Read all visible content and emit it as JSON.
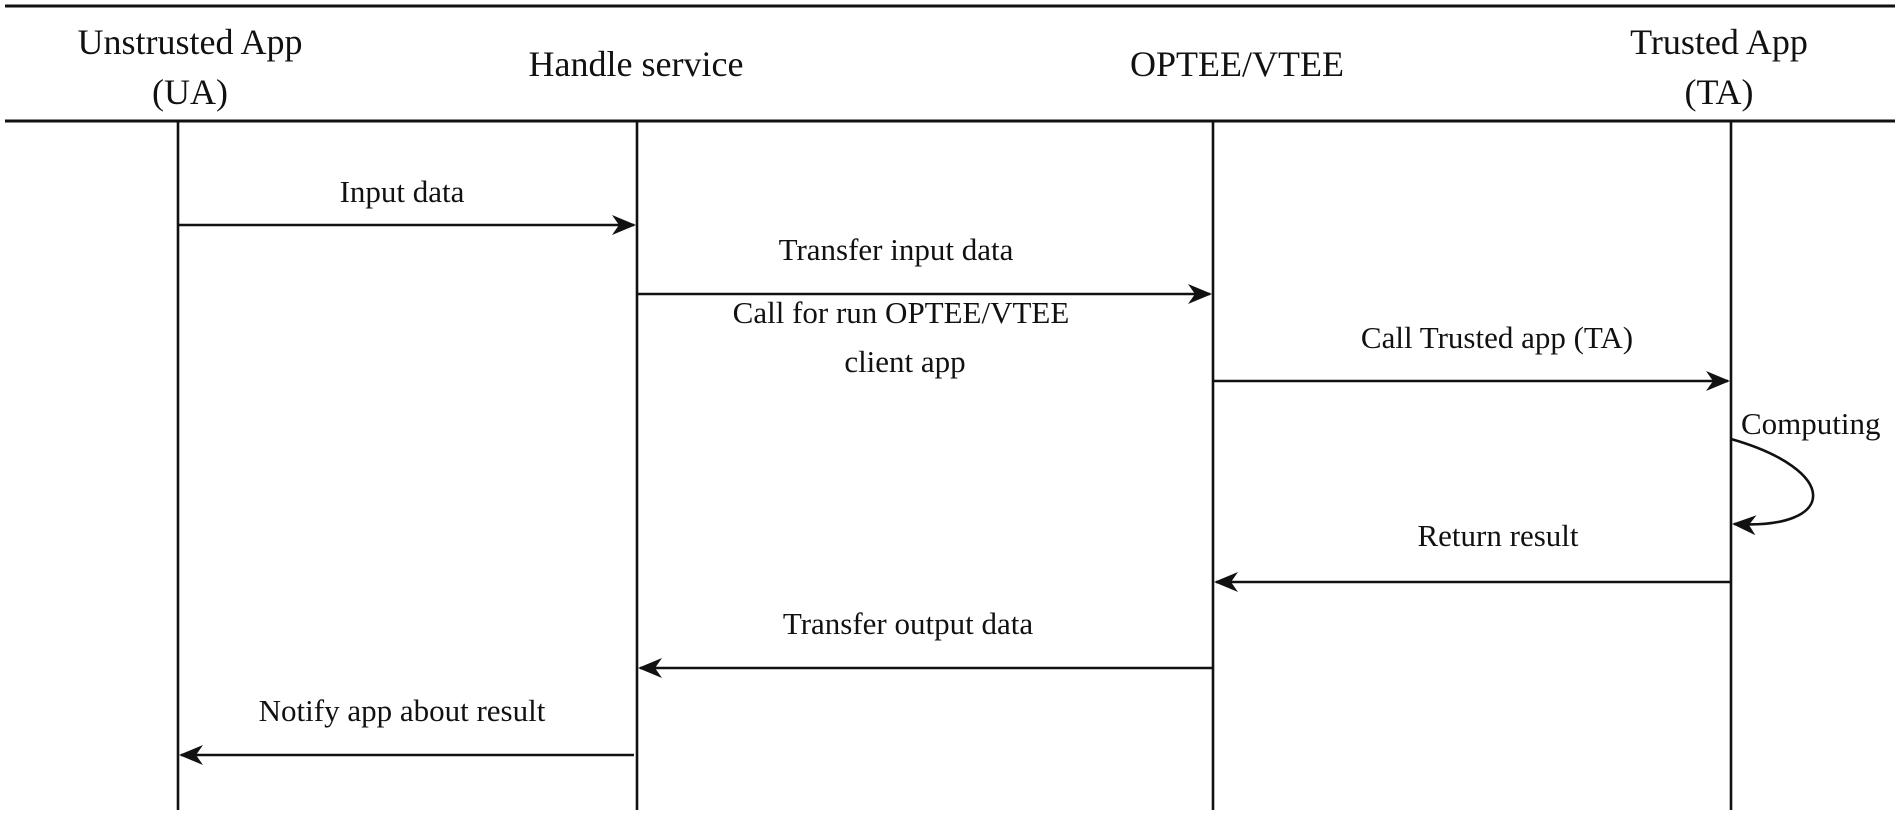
{
  "participants": [
    {
      "id": "ua",
      "lines": [
        "Unstrusted App",
        "(UA)"
      ]
    },
    {
      "id": "hs",
      "lines": [
        "Handle service"
      ]
    },
    {
      "id": "tee",
      "lines": [
        "OPTEE/VTEE"
      ]
    },
    {
      "id": "ta",
      "lines": [
        "Trusted App",
        "(TA)"
      ]
    }
  ],
  "messages": [
    {
      "id": "m1",
      "from": "ua",
      "to": "hs",
      "lines": [
        "Input data"
      ]
    },
    {
      "id": "m2",
      "from": "hs",
      "to": "tee",
      "lines": [
        "Transfer input data"
      ]
    },
    {
      "id": "m2b",
      "from": "hs",
      "to": "tee",
      "lines": [
        "Call for run OPTEE/VTEE",
        "client app"
      ]
    },
    {
      "id": "m3",
      "from": "tee",
      "to": "ta",
      "lines": [
        "Call Trusted app (TA)"
      ]
    },
    {
      "id": "m4",
      "from": "ta",
      "to": "ta",
      "lines": [
        "Computing"
      ]
    },
    {
      "id": "m5",
      "from": "ta",
      "to": "tee",
      "lines": [
        "Return result"
      ]
    },
    {
      "id": "m6",
      "from": "tee",
      "to": "hs",
      "lines": [
        "Transfer output data"
      ]
    },
    {
      "id": "m7",
      "from": "hs",
      "to": "ua",
      "lines": [
        "Notify app about result"
      ]
    }
  ],
  "colors": {
    "ink": "#111111",
    "background": "#ffffff"
  }
}
